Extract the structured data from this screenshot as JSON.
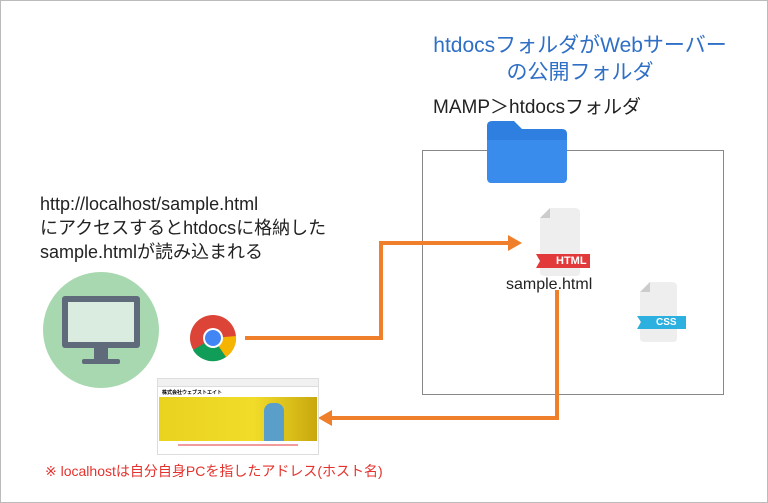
{
  "title_lines": [
    "htdocsフォルダがWebサーバー",
    "の公開フォルダ"
  ],
  "folder_label": "MAMP＞htdocsフォルダ",
  "description_lines": [
    "http://localhost/sample.html",
    "にアクセスするとhtdocsに格納した",
    "sample.htmlが読み込まれる"
  ],
  "file_name": "sample.html",
  "html_badge": "HTML",
  "css_badge": "CSS",
  "note": "※ localhostは自分自身PCを指したアドレス(ホスト名)",
  "screenshot_site_name": "株式会社ウェブストエイト",
  "colors": {
    "title": "#2f6fc6",
    "arrow": "#ef7f2a",
    "folder": "#2e7fe0",
    "note": "#e5322d",
    "html": "#e23a3a",
    "css": "#2bb0e0"
  }
}
